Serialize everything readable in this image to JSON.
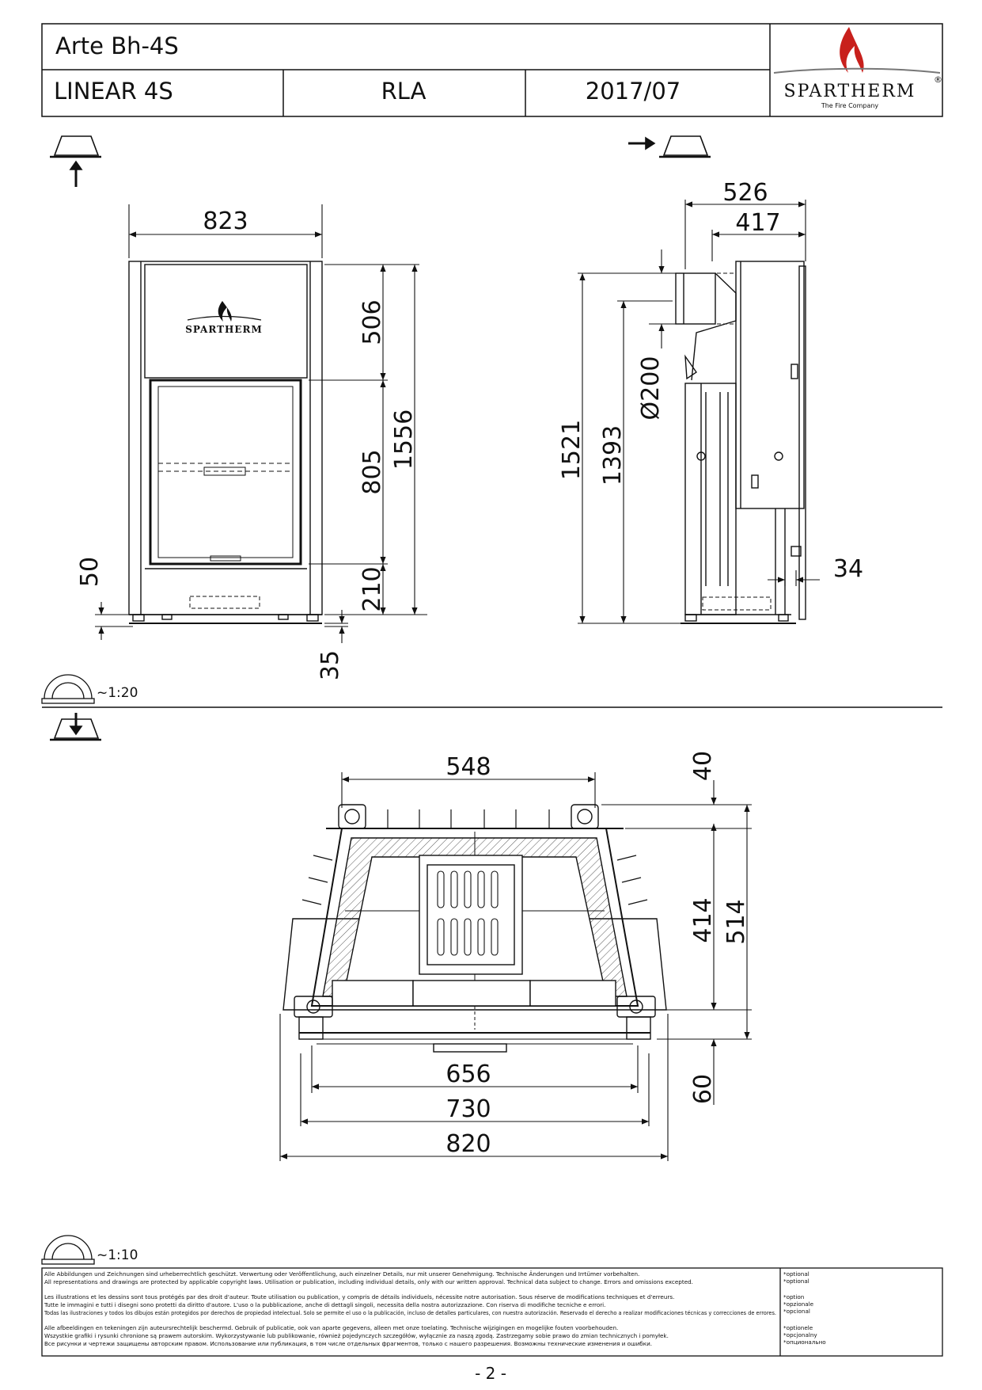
{
  "header": {
    "model": "Arte Bh-4S",
    "series": "LINEAR 4S",
    "code": "RLA",
    "date": "2017/07",
    "brand": "SPARTHERM",
    "tagline": "The Fire Company",
    "registered": "®"
  },
  "front_view": {
    "logo_text": "SPARTHERM",
    "dimensions": {
      "width": "823",
      "top_section": "506",
      "door": "805",
      "base": "210",
      "total": "1556",
      "foot": "50",
      "leg": "35"
    }
  },
  "side_view": {
    "dimensions": {
      "depth": "526",
      "depth_inner": "417",
      "flue_diameter": "Ø200",
      "height": "1521",
      "flue_height": "1393",
      "offset": "34"
    }
  },
  "scales": {
    "upper": "~1:20",
    "lower": "~1:10"
  },
  "top_view": {
    "dimensions": {
      "width_top": "548",
      "top_gap": "40",
      "depth_inner": "414",
      "depth_total": "514",
      "bottom_gap": "60",
      "width_656": "656",
      "width_730": "730",
      "width_820": "820"
    }
  },
  "footer": {
    "legal": [
      "Alle Abbildungen und Zeichnungen sind urheberrechtlich geschützt. Verwertung oder Veröffentlichung, auch einzelner Details, nur mit unserer Genehmigung. Technische Änderungen und Irrtümer vorbehalten.",
      "All representations and drawings are protected by applicable copyright laws. Utilisation or publication, including individual details, only with our written approval. Technical data subject to change. Errors and omissions excepted.",
      "Les illustrations et les dessins sont tous protégés par des droit d'auteur. Toute utilisation ou publication, y compris de détails individuels, nécessite notre autorisation. Sous réserve de modifications techniques et d'erreurs.",
      "Tutte le immagini e tutti i disegni sono protetti da diritto d'autore. L'uso o la pubblicazione, anche di dettagli singoli, necessita della nostra autorizzazione. Con riserva di modifiche tecniche e errori.",
      "Todas las ilustraciones y todos los dibujos están protegidos por derechos de propiedad intelectual. Solo se permite el uso o la publicación, incluso de detalles particulares, con nuestra autorización. Reservado el derecho a realizar modificaciones técnicas y correcciones de errores.",
      "Alle afbeeldingen en tekeningen zijn auteursrechtelijk beschermd. Gebruik of publicatie, ook van aparte gegevens, alleen met onze toelating. Technische wijzigingen en mogelijke fouten voorbehouden.",
      "Wszystkie grafiki i rysunki chronione są prawem autorskim. Wykorzystywanie lub publikowanie, również pojedynczych szczegółów, wyłącznie za naszą zgodą. Zastrzegamy sobie prawo do zmian technicznych i pomyłek.",
      "Все рисунки и чертежи защищены авторским правом. Использование или публикация, в том числе отдельных фрагментов, только с нашего разрешения. Возможны технические изменения и ошибки."
    ],
    "optional": [
      "*optional",
      "*optional",
      "*option",
      "*opzionale",
      "*opcional",
      "*optionele",
      "*opcjonalny",
      "*опционально"
    ],
    "page": "- 2 -"
  }
}
